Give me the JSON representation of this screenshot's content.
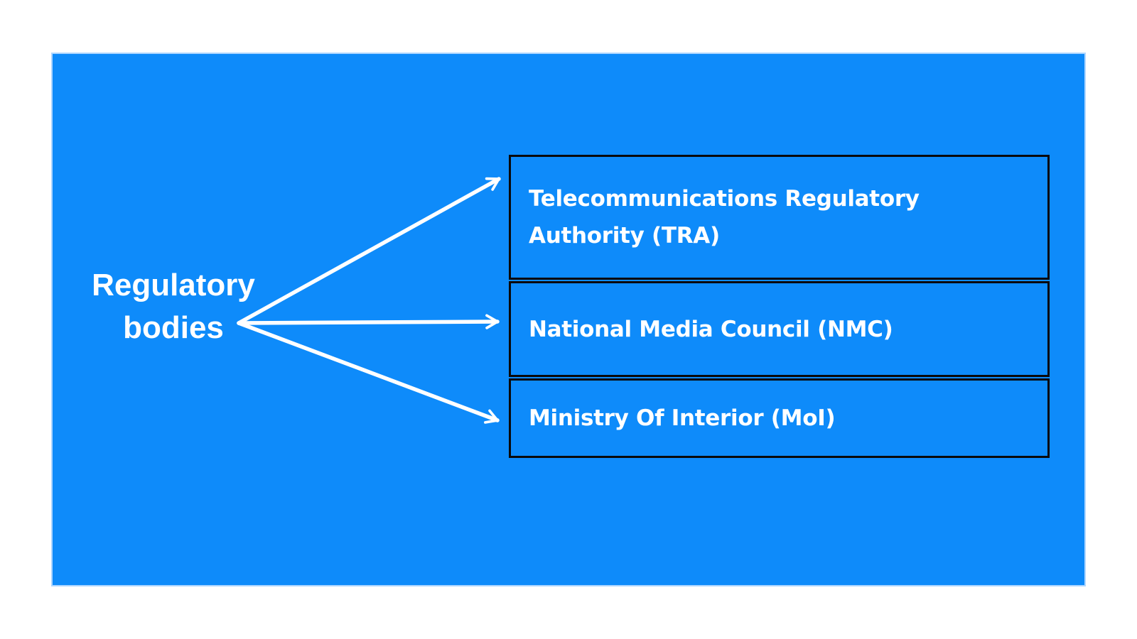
{
  "theme": {
    "page_bg": "#ffffff",
    "panel_bg": "#0e8bfa",
    "panel_edge": "#aed6ff",
    "box_border": "#0a0a0a",
    "text": "#ffffff",
    "arrow": "#ffffff"
  },
  "diagram": {
    "root_label": {
      "lines": [
        "Regulatory",
        "bodies"
      ]
    },
    "nodes": [
      {
        "id": "tra",
        "label": "Telecommunications Regulatory Authority (TRA)"
      },
      {
        "id": "nmc",
        "label": "National Media Council (NMC)"
      },
      {
        "id": "moi",
        "label": "Ministry Of Interior (MoI)"
      }
    ]
  }
}
